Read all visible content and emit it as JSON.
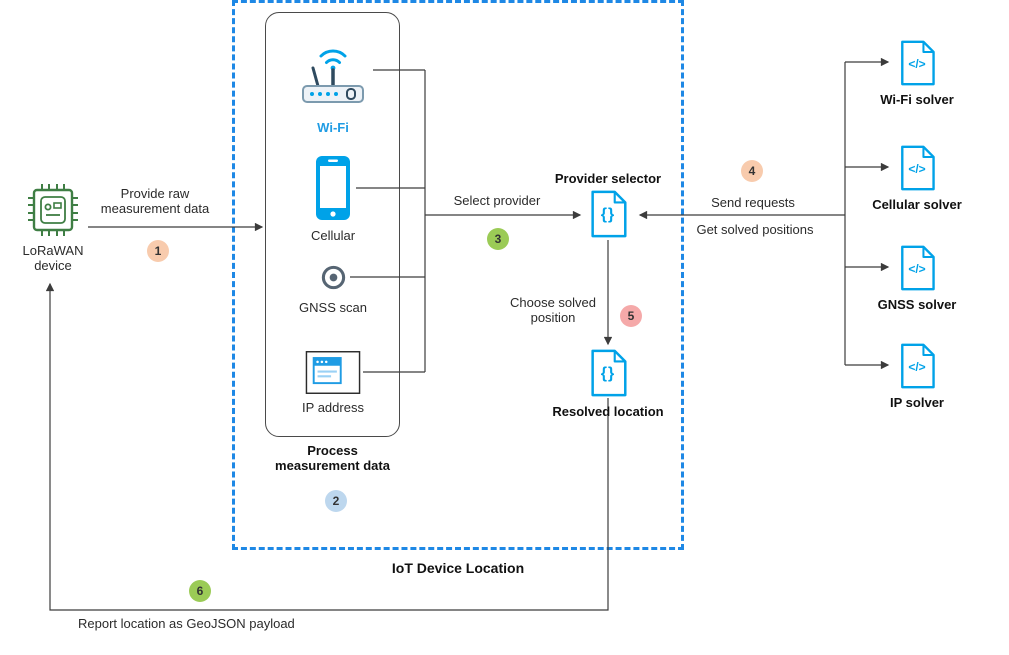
{
  "title": "IoT Device Location",
  "nodes": {
    "lorawan": {
      "label": "LoRaWAN device"
    },
    "wifi": {
      "label": "Wi-Fi"
    },
    "cellular": {
      "label": "Cellular"
    },
    "gnss": {
      "label": "GNSS scan"
    },
    "ip": {
      "label": "IP address"
    },
    "process": {
      "label": "Process measurement data",
      "step": "2"
    },
    "provider_selector": {
      "label": "Provider selector",
      "glyph": "{}"
    },
    "resolved_location": {
      "label": "Resolved location",
      "glyph": "{}"
    },
    "wifi_solver": {
      "label": "Wi-Fi solver",
      "glyph": "</>"
    },
    "cellular_solver": {
      "label": "Cellular solver",
      "glyph": "</>"
    },
    "gnss_solver": {
      "label": "GNSS solver",
      "glyph": "</>"
    },
    "ip_solver": {
      "label": "IP solver",
      "glyph": "</>"
    }
  },
  "edges": {
    "provide_raw": {
      "label": "Provide raw measurement data",
      "step": "1"
    },
    "select_provider": {
      "label": "Select provider",
      "step": "3"
    },
    "send_requests": {
      "label": "Send requests",
      "step": "4"
    },
    "get_solved_positions": {
      "label": "Get solved positions"
    },
    "choose_solved_position": {
      "label": "Choose solved position",
      "step": "5"
    },
    "report_location": {
      "label": "Report location as GeoJSON payload",
      "step": "6"
    }
  },
  "colors": {
    "icon_cyan": "#00A2E8",
    "chip_green": "#3F7E44",
    "dashed_border_blue": "#1E88E5",
    "badge_orange": "#F8CBAD",
    "badge_blue": "#BDD7EE",
    "badge_green": "#9BCB56",
    "badge_pink": "#F5A9A9",
    "line_gray": "#3C3C3C"
  }
}
